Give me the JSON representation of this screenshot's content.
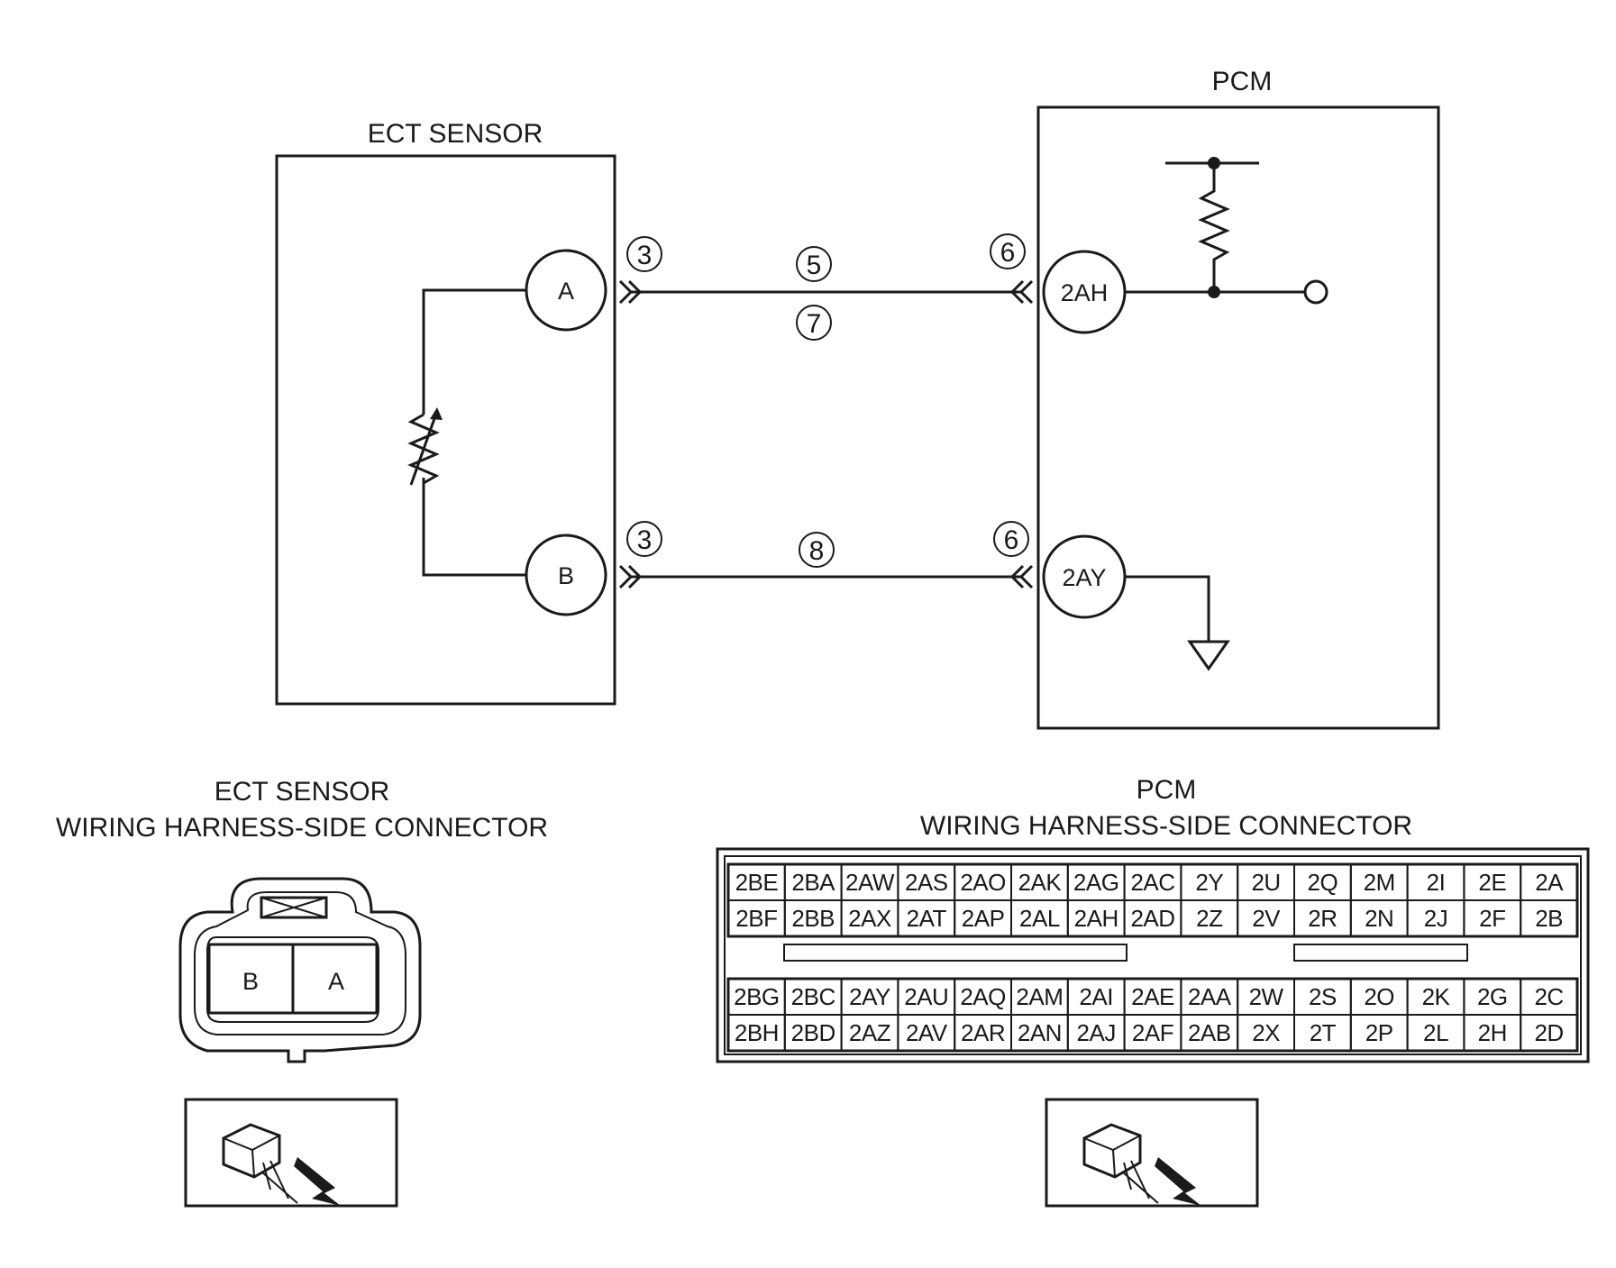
{
  "labels": {
    "ect_sensor": "ECT SENSOR",
    "pcm": "PCM",
    "ect_connector_title_1": "ECT SENSOR",
    "ect_connector_title_2": "WIRING HARNESS-SIDE CONNECTOR",
    "pcm_connector_title_1": "PCM",
    "pcm_connector_title_2": "WIRING HARNESS-SIDE CONNECTOR"
  },
  "terminals": {
    "ect_a": "A",
    "ect_b": "B",
    "pcm_2ah": "2AH",
    "pcm_2ay": "2AY"
  },
  "wire_markers": {
    "ect_a_conn": "3",
    "ect_b_conn": "3",
    "pcm_a_conn": "6",
    "pcm_b_conn": "6",
    "wire_a_top": "5",
    "wire_a_bottom": "7",
    "wire_b": "8"
  },
  "ect_connector": {
    "pins": [
      "B",
      "A"
    ]
  },
  "pcm_connector": {
    "upper_rows": [
      [
        "2BE",
        "2BA",
        "2AW",
        "2AS",
        "2AO",
        "2AK",
        "2AG",
        "2AC",
        "2Y",
        "2U",
        "2Q",
        "2M",
        "2I",
        "2E",
        "2A"
      ],
      [
        "2BF",
        "2BB",
        "2AX",
        "2AT",
        "2AP",
        "2AL",
        "2AH",
        "2AD",
        "2Z",
        "2V",
        "2R",
        "2N",
        "2J",
        "2F",
        "2B"
      ]
    ],
    "lower_rows": [
      [
        "2BG",
        "2BC",
        "2AY",
        "2AU",
        "2AQ",
        "2AM",
        "2AI",
        "2AE",
        "2AA",
        "2W",
        "2S",
        "2O",
        "2K",
        "2G",
        "2C"
      ],
      [
        "2BH",
        "2BD",
        "2AZ",
        "2AV",
        "2AR",
        "2AN",
        "2AJ",
        "2AF",
        "2AB",
        "2X",
        "2T",
        "2P",
        "2L",
        "2H",
        "2D"
      ]
    ]
  },
  "icons": {
    "view_icon_left": "connector-view-icon",
    "view_icon_right": "connector-view-icon"
  }
}
